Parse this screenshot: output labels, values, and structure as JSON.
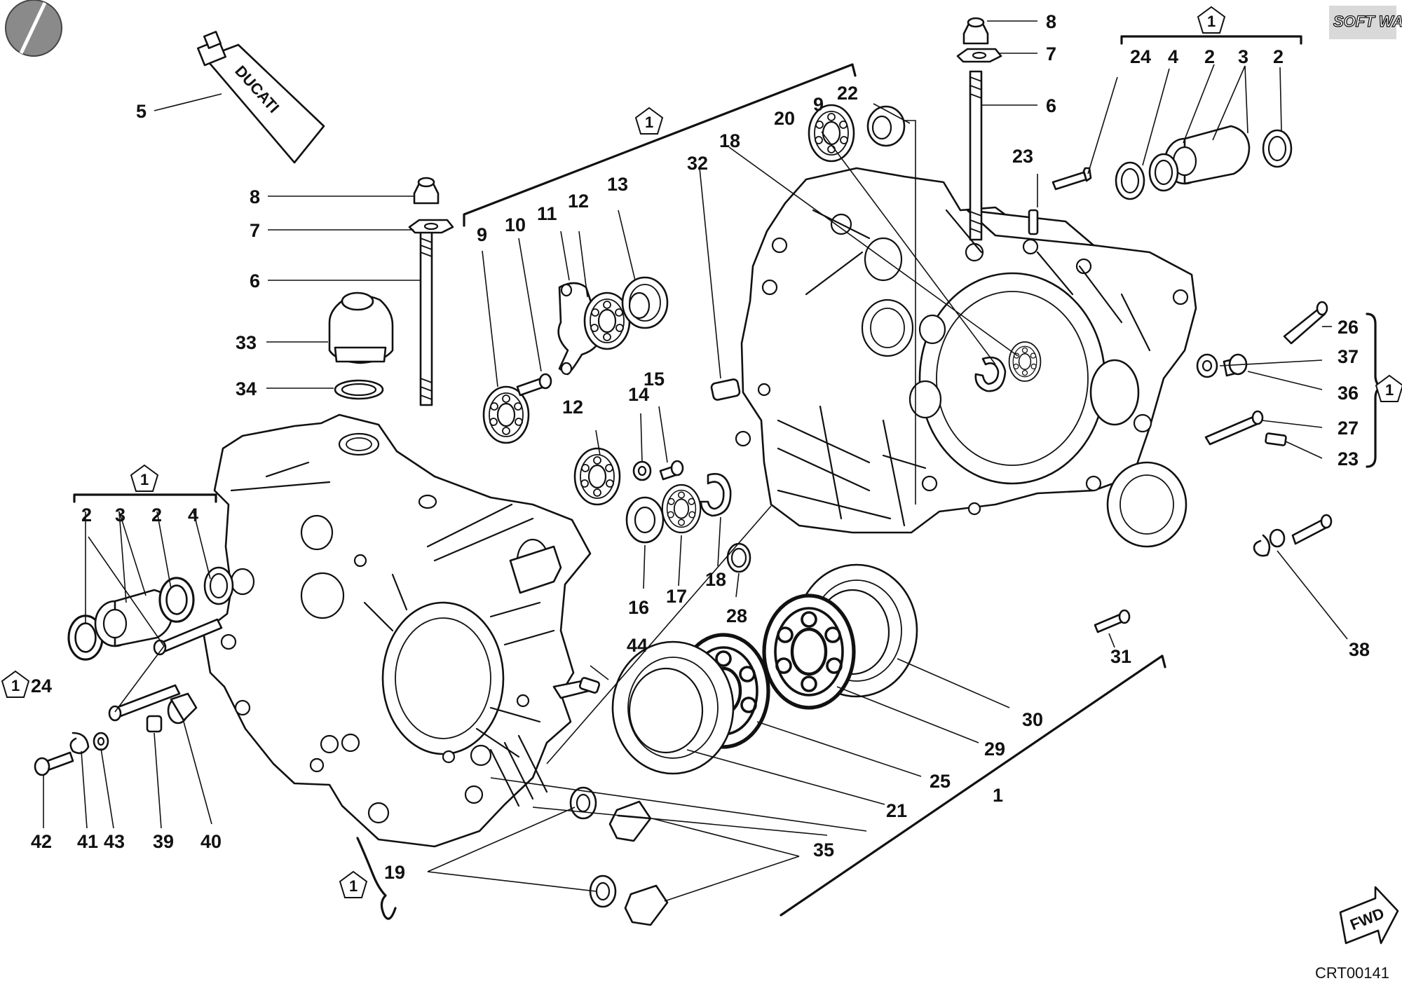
{
  "diagram": {
    "code": "CRT00141",
    "brand_logo": "SOFT WAY",
    "tube_brand": "DUCATI",
    "fwd_label": "FWD",
    "kit_marker": "1",
    "callouts": {
      "c5": "5",
      "c8a": "8",
      "c7a": "7",
      "c6a": "6",
      "c33": "33",
      "c34": "34",
      "c9a": "9",
      "c10": "10",
      "c11": "11",
      "c12a": "12",
      "c13": "13",
      "c32": "32",
      "c12b": "12",
      "c14": "14",
      "c15": "15",
      "c16": "16",
      "c17": "17",
      "c18a": "18",
      "c18b": "18",
      "c20": "20",
      "c9b": "9",
      "c22": "22",
      "c8b": "8",
      "c7b": "7",
      "c6b": "6",
      "c23a": "23",
      "c24a": "24",
      "c4a": "4",
      "c2a": "2",
      "c3a": "3",
      "c2b": "2",
      "c26": "26",
      "c37": "37",
      "c36": "36",
      "c27": "27",
      "c23b": "23",
      "c38": "38",
      "c31": "31",
      "c30": "30",
      "c29": "29",
      "c25": "25",
      "c21": "21",
      "c1": "1",
      "c28": "28",
      "c44": "44",
      "c2c": "2",
      "c3b": "3",
      "c2d": "2",
      "c4b": "4",
      "c24b": "24",
      "c42": "42",
      "c41": "41",
      "c43": "43",
      "c39": "39",
      "c40": "40",
      "c19": "19",
      "c35": "35"
    }
  }
}
